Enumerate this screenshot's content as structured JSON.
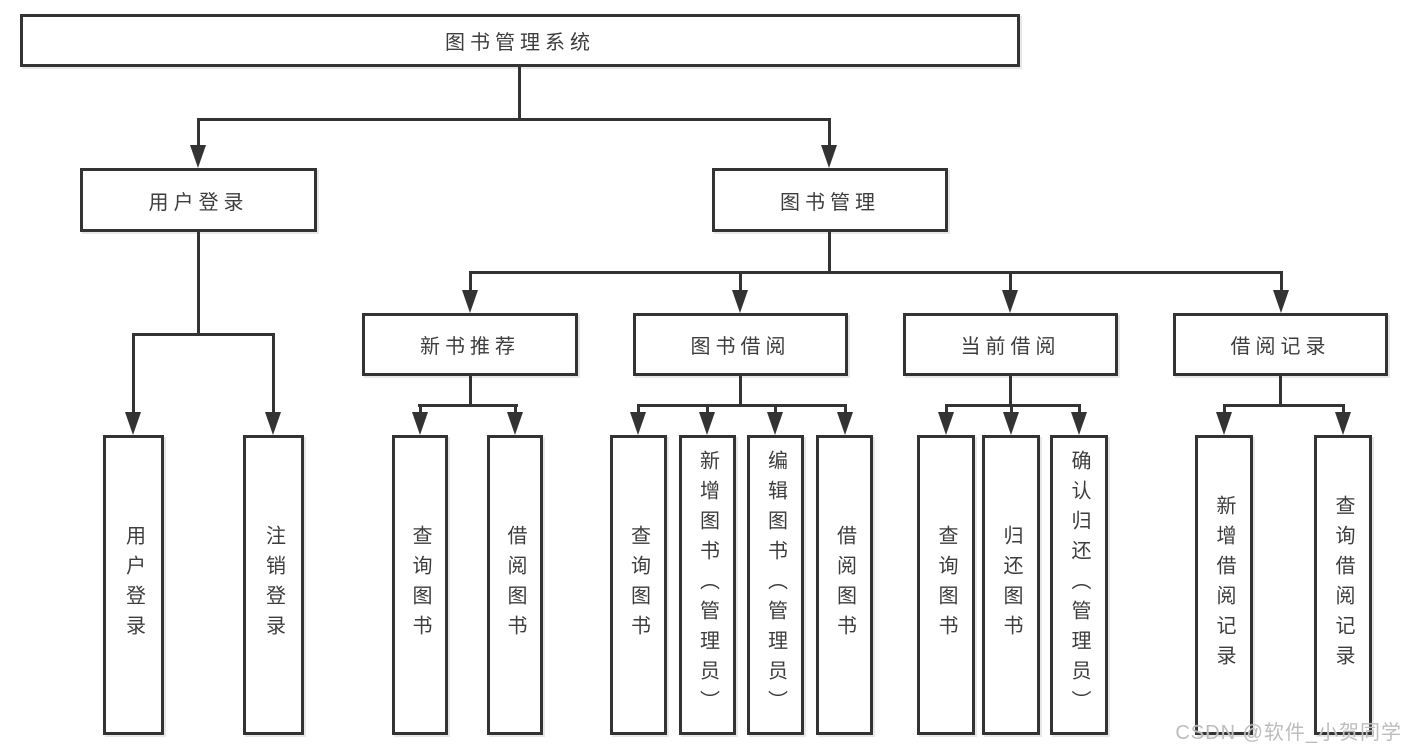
{
  "diagram": {
    "root": {
      "label": "图书管理系统"
    },
    "branches": [
      {
        "label": "用户登录",
        "children": [
          {
            "label": "用户登录"
          },
          {
            "label": "注销登录"
          }
        ]
      },
      {
        "label": "图书管理",
        "children": [
          {
            "label": "新书推荐",
            "children": [
              {
                "label": "查询图书"
              },
              {
                "label": "借阅图书"
              }
            ]
          },
          {
            "label": "图书借阅",
            "children": [
              {
                "label": "查询图书"
              },
              {
                "label": "新增图书（管理员）"
              },
              {
                "label": "编辑图书（管理员）"
              },
              {
                "label": "借阅图书"
              }
            ]
          },
          {
            "label": "当前借阅",
            "children": [
              {
                "label": "查询图书"
              },
              {
                "label": "归还图书"
              },
              {
                "label": "确认归还（管理员）"
              }
            ]
          },
          {
            "label": "借阅记录",
            "children": [
              {
                "label": "新增借阅记录"
              },
              {
                "label": "查询借阅记录"
              }
            ]
          }
        ]
      }
    ]
  },
  "watermark": {
    "text": "CSDN @软件_小贺同学"
  },
  "colors": {
    "line": "#333333",
    "text": "#3d3d3d",
    "watermark": "#bdbdbd",
    "background": "#ffffff"
  }
}
